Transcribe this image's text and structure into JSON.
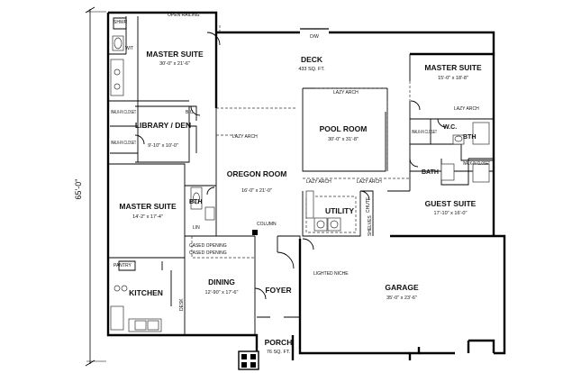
{
  "overall_dimension": "65'-0\"",
  "rooms": [
    {
      "id": "master-suite-1",
      "name": "MASTER SUITE",
      "size": "30'-0\" x 21'-6\""
    },
    {
      "id": "deck",
      "name": "DECK",
      "size": "433 SQ. FT."
    },
    {
      "id": "master-suite-2",
      "name": "MASTER SUITE",
      "size": "15'-0\" x 18'-8\""
    },
    {
      "id": "library",
      "name": "LIBRARY / DEN",
      "size": "9'-10\" x 10'-0\""
    },
    {
      "id": "pool-room",
      "name": "POOL ROOM",
      "size": "30'-0\" x 31'-8\""
    },
    {
      "id": "oregon-room",
      "name": "OREGON ROOM",
      "size": "16'-0\" x 21'-0\""
    },
    {
      "id": "master-suite-3",
      "name": "MASTER SUITE",
      "size": "14'-2\" x 17'-4\""
    },
    {
      "id": "utility",
      "name": "UTILITY",
      "size": ""
    },
    {
      "id": "guest-suite",
      "name": "GUEST SUITE",
      "size": "17'-10\" x 16'-0\""
    },
    {
      "id": "dining",
      "name": "DINING",
      "size": "12'-90\" x 17'-6\""
    },
    {
      "id": "kitchen",
      "name": "KITCHEN",
      "size": ""
    },
    {
      "id": "foyer",
      "name": "FOYER",
      "size": ""
    },
    {
      "id": "garage",
      "name": "GARAGE",
      "size": "35'-0\" x 23'-6\""
    },
    {
      "id": "porch",
      "name": "PORCH",
      "size": "76 SQ. FT."
    }
  ],
  "notes": {
    "shower": "SHWR",
    "open_railing": "OPEN RAILING",
    "dw": "D/W",
    "wic1": "WALK-IN CLOSET",
    "wic2": "WALK-IN CLOSET",
    "wic3": "WALK-IN CLOSET",
    "wic4": "WALK-IN CLOSET",
    "bc": "B.C.",
    "lazy_arch_1": "LAZY ARCH",
    "lazy_arch_2": "LAZY ARCH",
    "lazy_arch_3": "LAZY ARCH",
    "lazy_arch_4": "LAZY ARCH",
    "lazy_arch_5": "LAZY ARCH",
    "wc": "W.C.",
    "bth_1": "BTH",
    "bth_2": "BATH",
    "bth_3": "BTH",
    "column": "COLUMN",
    "cased_1": "CASED OPENING",
    "cased_2": "CASED OPENING",
    "lighted_niche": "LIGHTED NICHE",
    "pantry": "PANTRY",
    "desk": "DESK",
    "lin": "LIN",
    "chute": "CHUTE",
    "shelves": "SHELVES",
    "wt": "W/T"
  }
}
